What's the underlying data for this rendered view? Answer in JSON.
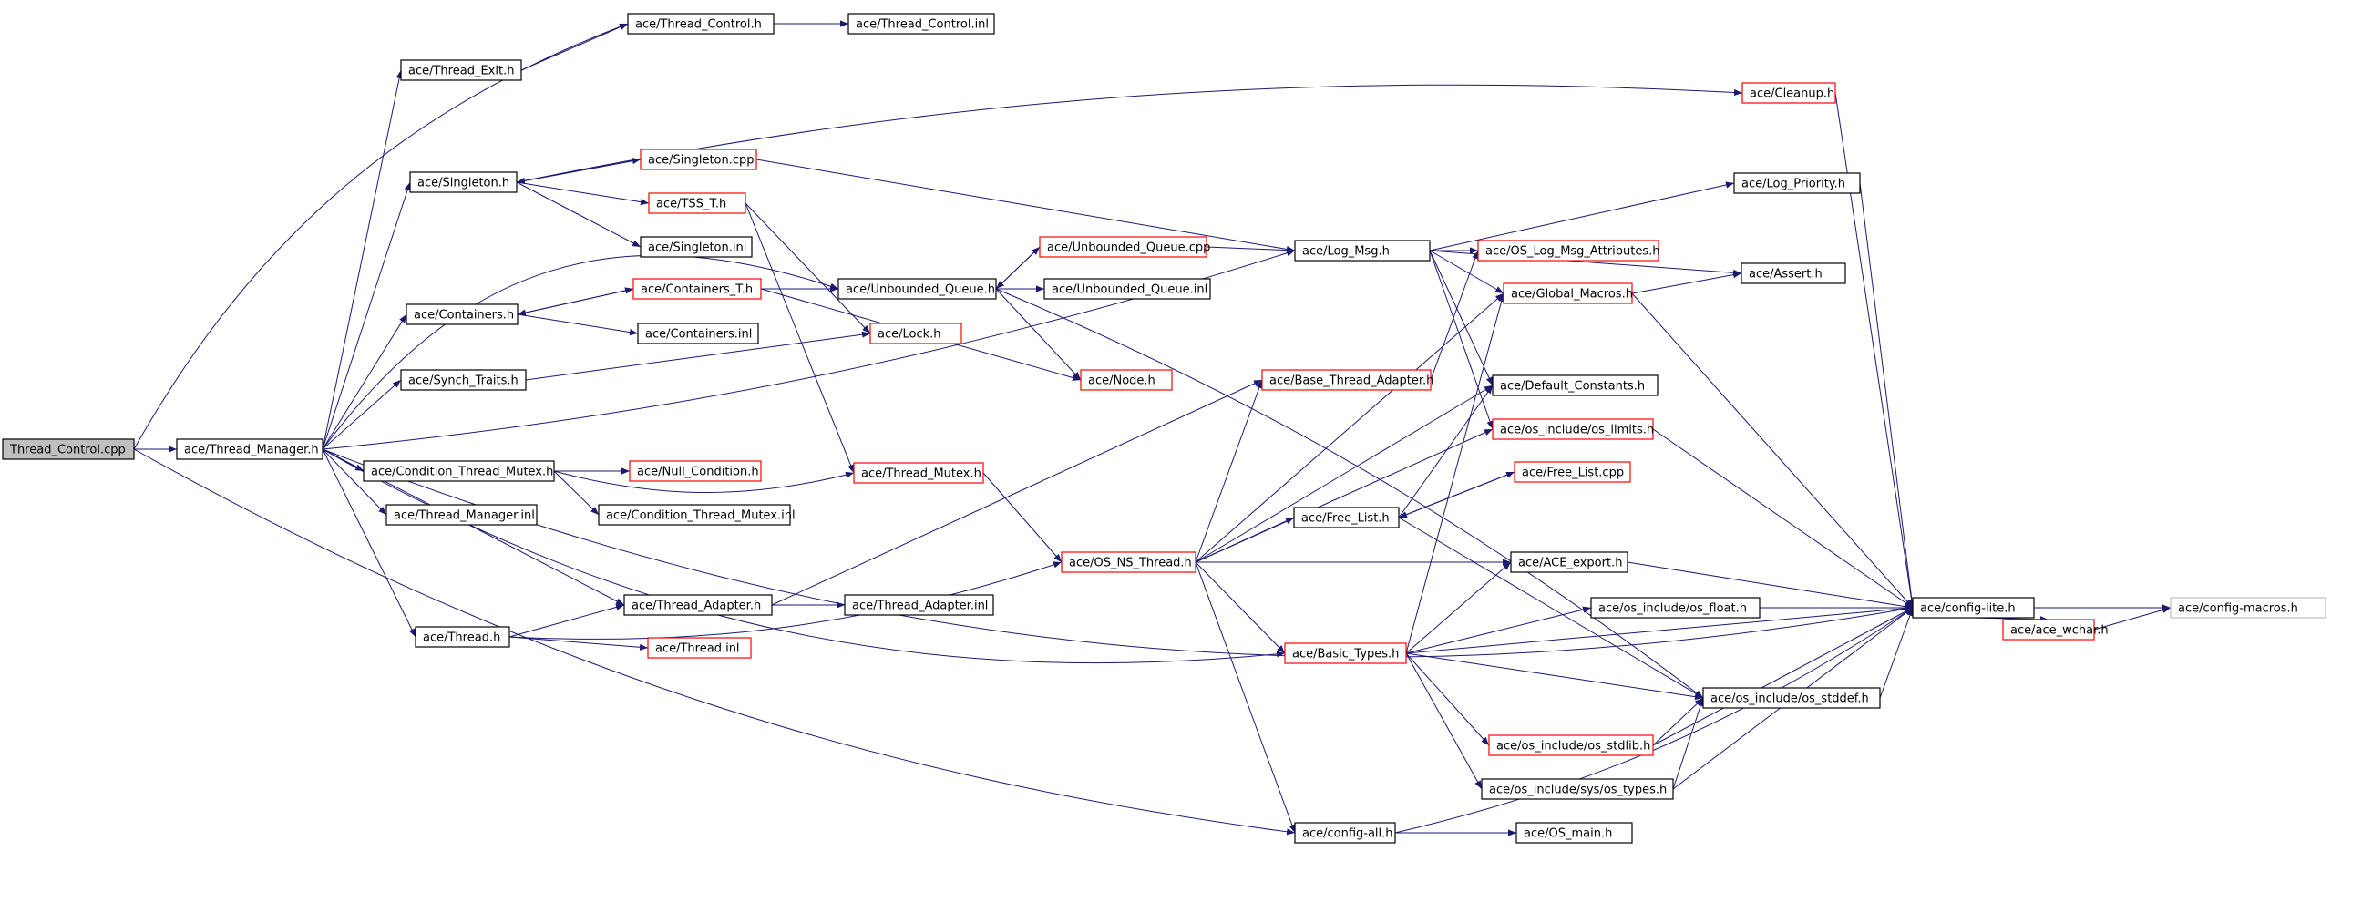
{
  "graph": {
    "nodes": [
      {
        "id": "root",
        "label": "Thread_Control.cpp",
        "style": "root"
      },
      {
        "id": "tmgr",
        "label": "ace/Thread_Manager.h",
        "style": "normal"
      },
      {
        "id": "tctl",
        "label": "ace/Thread_Control.h",
        "style": "normal"
      },
      {
        "id": "tctlinl",
        "label": "ace/Thread_Control.inl",
        "style": "normal"
      },
      {
        "id": "texit",
        "label": "ace/Thread_Exit.h",
        "style": "normal"
      },
      {
        "id": "cleanup",
        "label": "ace/Cleanup.h",
        "style": "red"
      },
      {
        "id": "singh",
        "label": "ace/Singleton.h",
        "style": "normal"
      },
      {
        "id": "singcpp",
        "label": "ace/Singleton.cpp",
        "style": "red"
      },
      {
        "id": "tsst",
        "label": "ace/TSS_T.h",
        "style": "red"
      },
      {
        "id": "singinl",
        "label": "ace/Singleton.inl",
        "style": "normal"
      },
      {
        "id": "uqcpp",
        "label": "ace/Unbounded_Queue.cpp",
        "style": "red"
      },
      {
        "id": "logmsg",
        "label": "ace/Log_Msg.h",
        "style": "normal"
      },
      {
        "id": "logprio",
        "label": "ace/Log_Priority.h",
        "style": "normal"
      },
      {
        "id": "oslma",
        "label": "ace/OS_Log_Msg_Attributes.h",
        "style": "red"
      },
      {
        "id": "assert",
        "label": "ace/Assert.h",
        "style": "normal"
      },
      {
        "id": "cont",
        "label": "ace/Containers.h",
        "style": "normal"
      },
      {
        "id": "contt",
        "label": "ace/Containers_T.h",
        "style": "red"
      },
      {
        "id": "uqh",
        "label": "ace/Unbounded_Queue.h",
        "style": "normal"
      },
      {
        "id": "uqinl",
        "label": "ace/Unbounded_Queue.inl",
        "style": "normal"
      },
      {
        "id": "gmac",
        "label": "ace/Global_Macros.h",
        "style": "red"
      },
      {
        "id": "continl",
        "label": "ace/Containers.inl",
        "style": "normal"
      },
      {
        "id": "lock",
        "label": "ace/Lock.h",
        "style": "red"
      },
      {
        "id": "synch",
        "label": "ace/Synch_Traits.h",
        "style": "normal"
      },
      {
        "id": "node",
        "label": "ace/Node.h",
        "style": "red"
      },
      {
        "id": "btad",
        "label": "ace/Base_Thread_Adapter.h",
        "style": "red"
      },
      {
        "id": "defc",
        "label": "ace/Default_Constants.h",
        "style": "normal"
      },
      {
        "id": "oslim",
        "label": "ace/os_include/os_limits.h",
        "style": "red"
      },
      {
        "id": "ctm",
        "label": "ace/Condition_Thread_Mutex.h",
        "style": "normal"
      },
      {
        "id": "nullc",
        "label": "ace/Null_Condition.h",
        "style": "red"
      },
      {
        "id": "tmutex",
        "label": "ace/Thread_Mutex.h",
        "style": "red"
      },
      {
        "id": "flcpp",
        "label": "ace/Free_List.cpp",
        "style": "red"
      },
      {
        "id": "tmgrinl",
        "label": "ace/Thread_Manager.inl",
        "style": "normal"
      },
      {
        "id": "ctminl",
        "label": "ace/Condition_Thread_Mutex.inl",
        "style": "normal"
      },
      {
        "id": "flh",
        "label": "ace/Free_List.h",
        "style": "normal"
      },
      {
        "id": "osns",
        "label": "ace/OS_NS_Thread.h",
        "style": "red"
      },
      {
        "id": "aceexp",
        "label": "ace/ACE_export.h",
        "style": "normal"
      },
      {
        "id": "tad",
        "label": "ace/Thread_Adapter.h",
        "style": "normal"
      },
      {
        "id": "tadinl",
        "label": "ace/Thread_Adapter.inl",
        "style": "normal"
      },
      {
        "id": "osfloat",
        "label": "ace/os_include/os_float.h",
        "style": "normal"
      },
      {
        "id": "cfglite",
        "label": "ace/config-lite.h",
        "style": "normal"
      },
      {
        "id": "cfgmac",
        "label": "ace/config-macros.h",
        "style": "gray"
      },
      {
        "id": "thread",
        "label": "ace/Thread.h",
        "style": "normal"
      },
      {
        "id": "wchar",
        "label": "ace/ace_wchar.h",
        "style": "red"
      },
      {
        "id": "threadinl",
        "label": "ace/Thread.inl",
        "style": "red"
      },
      {
        "id": "btypes",
        "label": "ace/Basic_Types.h",
        "style": "red"
      },
      {
        "id": "osstddef",
        "label": "ace/os_include/os_stddef.h",
        "style": "normal"
      },
      {
        "id": "osstdlib",
        "label": "ace/os_include/os_stdlib.h",
        "style": "red"
      },
      {
        "id": "ostypes",
        "label": "ace/os_include/sys/os_types.h",
        "style": "normal"
      },
      {
        "id": "cfgall",
        "label": "ace/config-all.h",
        "style": "normal"
      },
      {
        "id": "osmain",
        "label": "ace/OS_main.h",
        "style": "normal"
      }
    ]
  }
}
